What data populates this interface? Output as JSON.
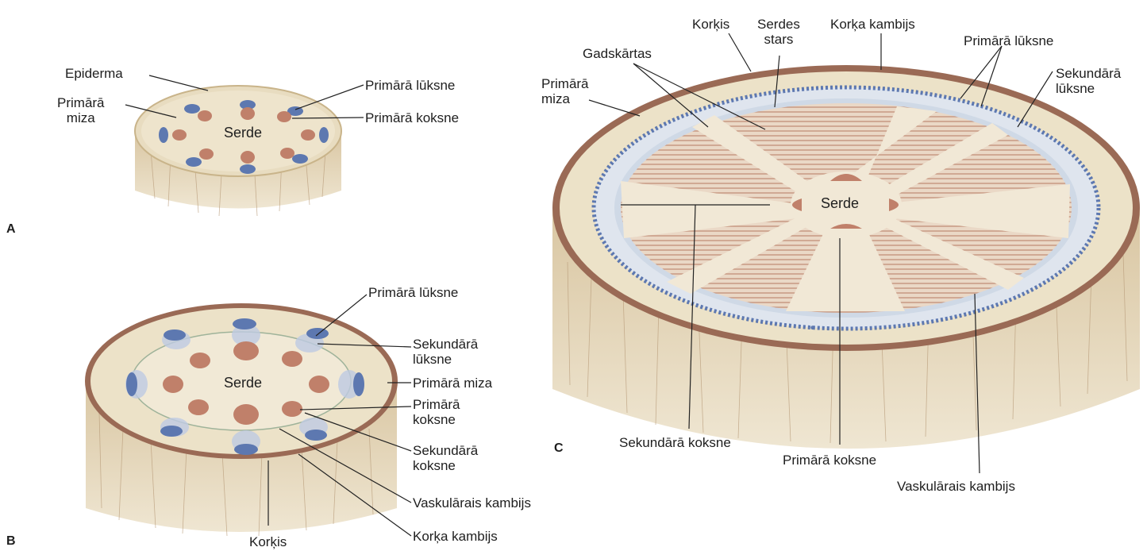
{
  "panels": [
    {
      "id": "A",
      "letter": "A",
      "center": "Serde",
      "labels": {
        "epiderma": "Epiderma",
        "primara_miza": "Primārā\nmiza",
        "primara_luksne": "Primārā lūksne",
        "primara_koksne": "Primārā koksne"
      }
    },
    {
      "id": "B",
      "letter": "B",
      "center": "Serde",
      "labels": {
        "primara_luksne": "Primārā lūksne",
        "sekundara_luksne": "Sekundārā\nlūksne",
        "primara_miza": "Primārā miza",
        "primara_koksne": "Primārā\nkoksne",
        "sekundara_koksne": "Sekundārā\nkoksne",
        "vaskularais_kambijs": "Vaskulārais kambijs",
        "korka_kambijs": "Korķa kambijs",
        "korkis": "Korķis"
      }
    },
    {
      "id": "C",
      "letter": "C",
      "center": "Serde",
      "labels": {
        "korkis": "Korķis",
        "serdes_stars": "Serdes\nstars",
        "korka_kambijs": "Korķa kambijs",
        "gadskartas": "Gadskārtas",
        "primara_luksne": "Primārā lūksne",
        "primara_miza": "Primārā\nmiza",
        "sekundara_luksne": "Sekundārā\nlūksne",
        "sekundara_koksne": "Sekundārā koksne",
        "primara_koksne": "Primārā koksne",
        "vaskularais_kambijs": "Vaskulārais kambijs"
      }
    }
  ],
  "colors": {
    "xylem": "#c0806a",
    "phloem": "#5d78b0",
    "cortex": "#ece2c8",
    "bark": "#9a6a55",
    "bark_side": "#d6c4a4"
  }
}
